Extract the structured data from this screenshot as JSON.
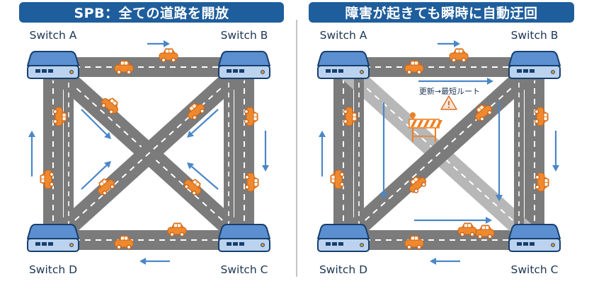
{
  "colors": {
    "banner": "#1f5e9c",
    "road": "#7b7b7b",
    "road_faded": "#b7b7b7",
    "lane_mark": "#ffffff",
    "switch_body": "#5b8fcf",
    "switch_outline": "#173f6e",
    "car": "#f0892e",
    "arrow": "#4a86c8",
    "barrier_orange": "#f07f1f"
  },
  "left_panel": {
    "title": "SPB：全ての道路を開放",
    "switches": [
      {
        "id": "A",
        "label": "Switch A"
      },
      {
        "id": "B",
        "label": "Switch B"
      },
      {
        "id": "C",
        "label": "Switch C"
      },
      {
        "id": "D",
        "label": "Switch D"
      }
    ],
    "links_open": [
      "A-B",
      "B-C",
      "C-D",
      "D-A",
      "A-C",
      "B-D"
    ]
  },
  "right_panel": {
    "title": "障害が起きても瞬時に自動迂回",
    "switches": [
      {
        "id": "A",
        "label": "Switch A"
      },
      {
        "id": "B",
        "label": "Switch B"
      },
      {
        "id": "C",
        "label": "Switch C"
      },
      {
        "id": "D",
        "label": "Switch D"
      }
    ],
    "blocked_link": "A-C",
    "reroute_note": "更新→最短ルート",
    "warning_icon": "warning-triangle",
    "barrier_icon": "road-barrier"
  }
}
